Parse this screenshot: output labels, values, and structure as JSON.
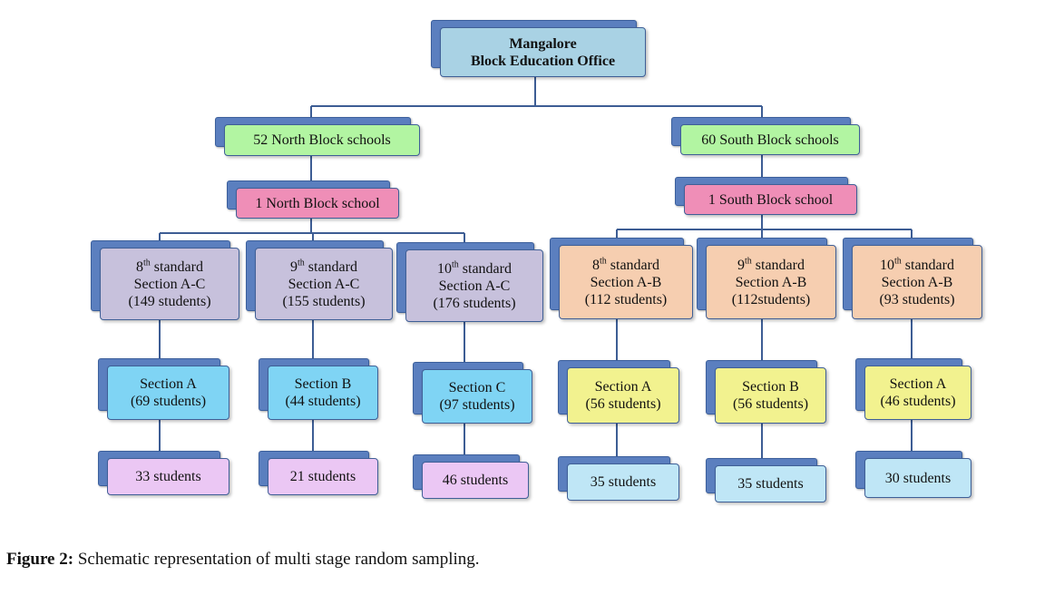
{
  "root": {
    "line1": "Mangalore",
    "line2": "Block Education Office"
  },
  "north": {
    "schools": "52 North Block schools",
    "school": "1 North Block school",
    "standards": [
      {
        "num": "8",
        "sup": "th",
        "word": " standard",
        "section": "Section A-C",
        "count": "(149 students)"
      },
      {
        "num": "9",
        "sup": "th",
        "word": " standard",
        "section": "Section A-C",
        "count": "(155 students)"
      },
      {
        "num": "10",
        "sup": "th",
        "word": " standard",
        "section": "Section A-C",
        "count": "(176 students)"
      }
    ],
    "sections": [
      {
        "name": "Section A",
        "count": "(69 students)"
      },
      {
        "name": "Section B",
        "count": "(44 students)"
      },
      {
        "name": "Section C",
        "count": "(97 students)"
      }
    ],
    "samples": [
      "33 students",
      "21 students",
      "46 students"
    ]
  },
  "south": {
    "schools": "60 South Block schools",
    "school": "1 South Block school",
    "standards": [
      {
        "num": "8",
        "sup": "th",
        "word": " standard",
        "section": "Section A-B",
        "count": "(112 students)"
      },
      {
        "num": "9",
        "sup": "th",
        "word": " standard",
        "section": "Section A-B",
        "count": "(112students)"
      },
      {
        "num": "10",
        "sup": "th",
        "word": " standard",
        "section": "Section A-B",
        "count": "(93 students)"
      }
    ],
    "sections": [
      {
        "name": "Section A",
        "count": "(56 students)"
      },
      {
        "name": "Section B",
        "count": "(56 students)"
      },
      {
        "name": "Section A",
        "count": "(46 students)"
      }
    ],
    "samples": [
      "35 students",
      "35 students",
      "30 students"
    ]
  },
  "caption": {
    "label": "Figure 2:",
    "text": " Schematic representation of multi stage random sampling."
  }
}
